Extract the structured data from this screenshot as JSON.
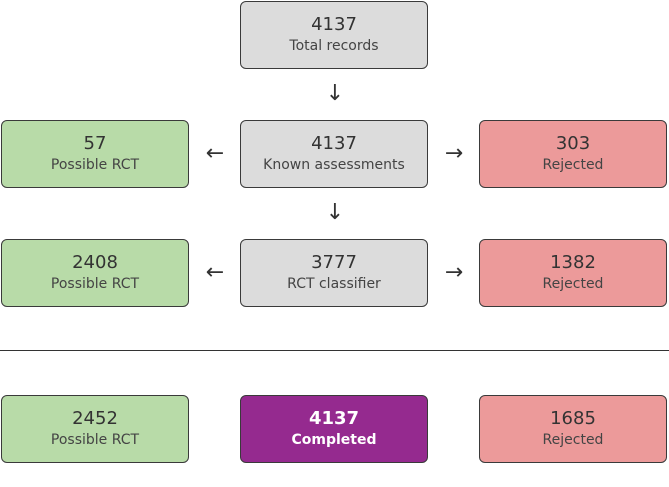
{
  "rows": [
    {
      "center": {
        "value": "4137",
        "label": "Total records"
      }
    },
    {
      "left": {
        "value": "57",
        "label": "Possible RCT"
      },
      "center": {
        "value": "4137",
        "label": "Known assessments"
      },
      "right": {
        "value": "303",
        "label": "Rejected"
      }
    },
    {
      "left": {
        "value": "2408",
        "label": "Possible RCT"
      },
      "center": {
        "value": "3777",
        "label": "RCT classifier"
      },
      "right": {
        "value": "1382",
        "label": "Rejected"
      }
    }
  ],
  "summary": {
    "left": {
      "value": "2452",
      "label": "Possible RCT"
    },
    "center": {
      "value": "4137",
      "label": "Completed"
    },
    "right": {
      "value": "1685",
      "label": "Rejected"
    }
  },
  "arrows": {
    "down": "↓",
    "left": "←",
    "right": "→"
  },
  "colors": {
    "neutral": "#dcdcdc",
    "possible": "#b8dba8",
    "rejected": "#ec9a9a",
    "completed": "#952a8f"
  }
}
